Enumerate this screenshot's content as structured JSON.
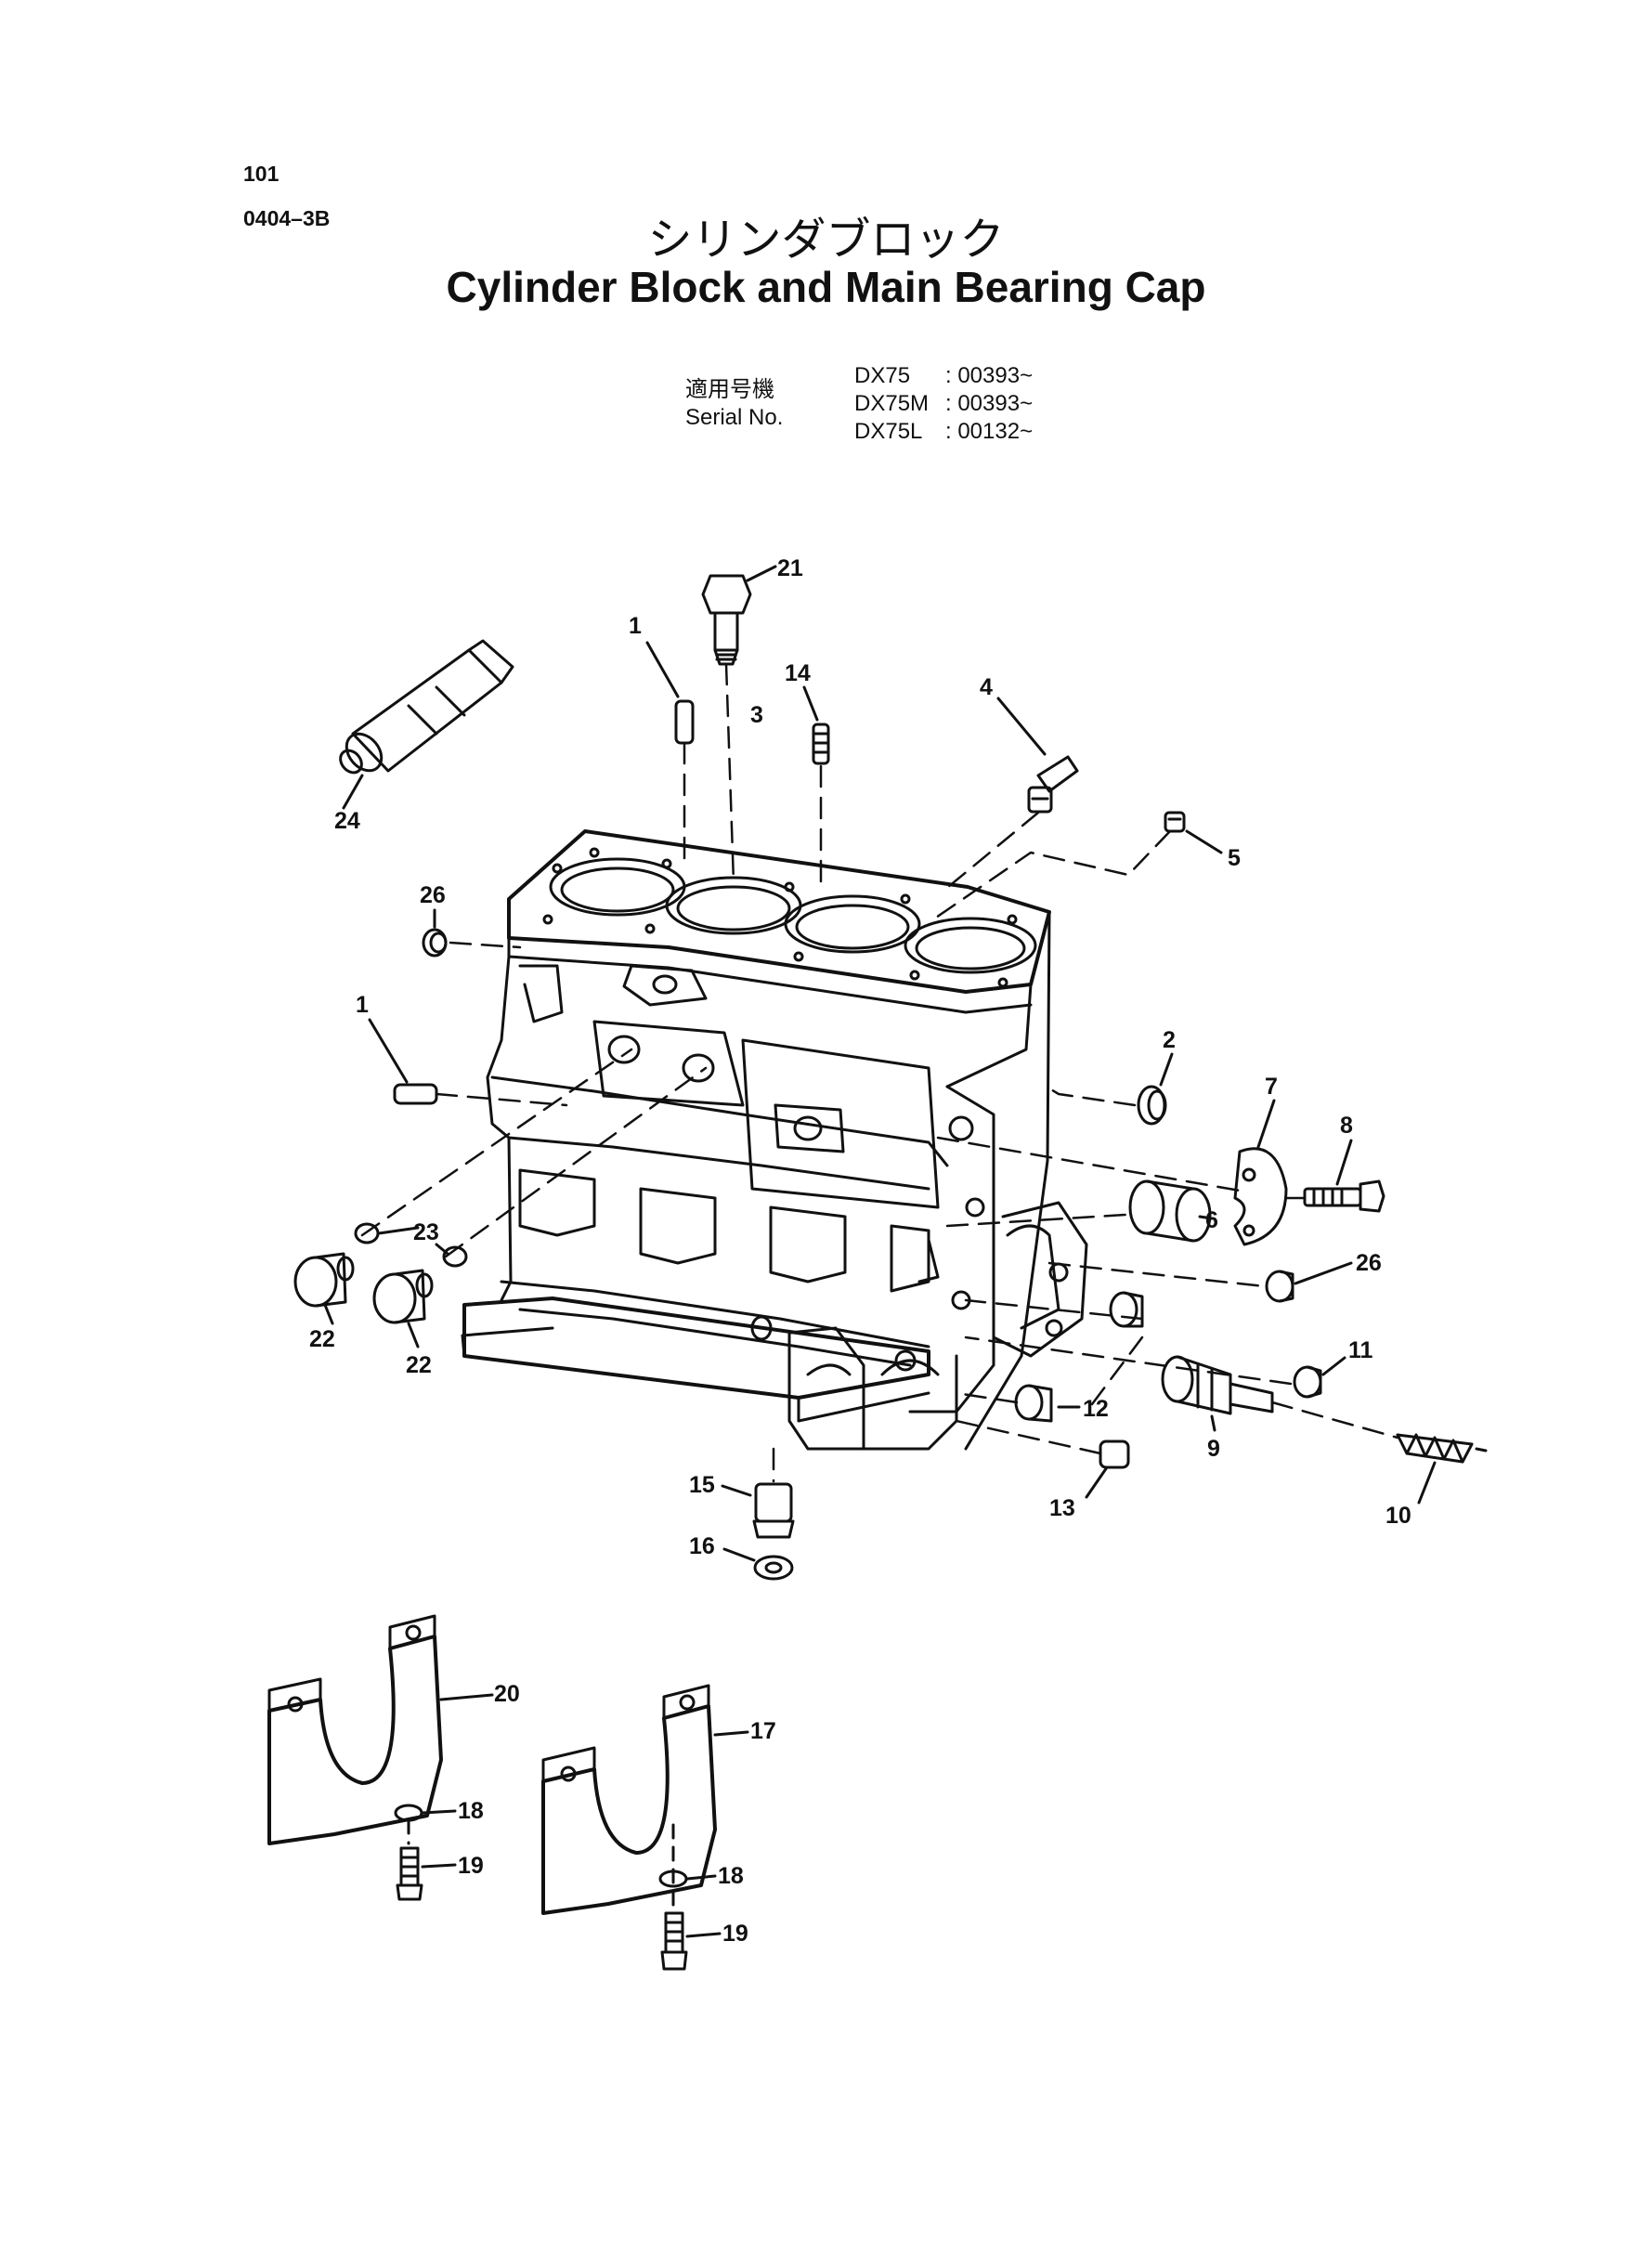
{
  "header": {
    "page_number": "101",
    "code": "0404–3B",
    "title_jp": "シリンダブロック",
    "title_en": "Cylinder Block and Main Bearing Cap"
  },
  "serial": {
    "label_jp": "適用号機",
    "label_en": "Serial No.",
    "models": [
      {
        "model": "DX75",
        "serial": ": 00393~"
      },
      {
        "model": "DX75M",
        "serial": ": 00393~"
      },
      {
        "model": "DX75L",
        "serial": ": 00132~"
      }
    ]
  },
  "callouts": {
    "c1a": "1",
    "c1b": "1",
    "c2": "2",
    "c3": "3",
    "c4": "4",
    "c5": "5",
    "c6": "6",
    "c7": "7",
    "c8": "8",
    "c9": "9",
    "c10": "10",
    "c11": "11",
    "c12": "12",
    "c13": "13",
    "c14": "14",
    "c15": "15",
    "c16": "16",
    "c17": "17",
    "c18a": "18",
    "c18b": "18",
    "c19a": "19",
    "c19b": "19",
    "c20": "20",
    "c21": "21",
    "c22a": "22",
    "c22b": "22",
    "c23": "23",
    "c24": "24",
    "c26a": "26",
    "c26b": "26"
  },
  "colors": {
    "ink": "#111111",
    "paper": "#ffffff"
  }
}
